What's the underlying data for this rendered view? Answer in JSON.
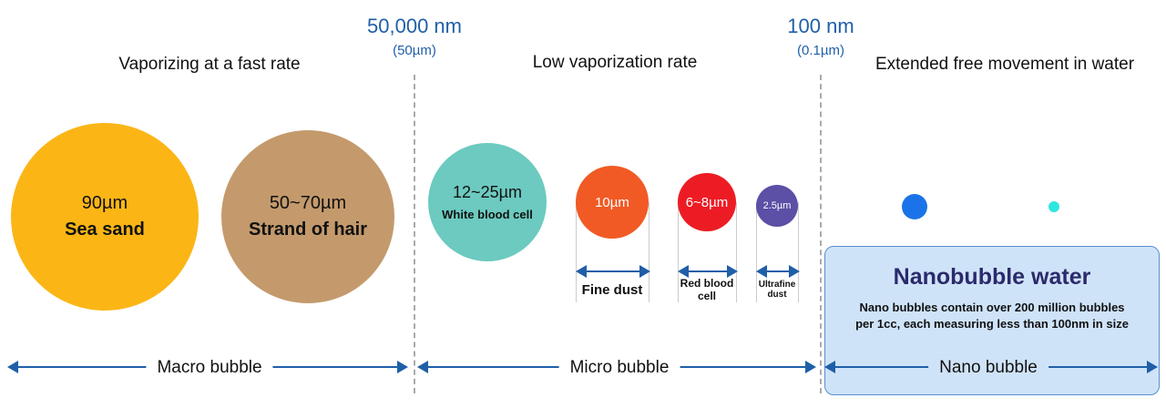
{
  "thresholds": [
    {
      "value": "50,000 nm",
      "sub": "(50µm)"
    },
    {
      "value": "100 nm",
      "sub": "(0.1µm)"
    }
  ],
  "headings": [
    "Vaporizing at a fast rate",
    "Low vaporization rate",
    "Extended free movement in water"
  ],
  "items": [
    {
      "size": "90µm",
      "name": "Sea sand",
      "color": "#fbb616"
    },
    {
      "size": "50~70µm",
      "name": "Strand of hair",
      "color": "#c49a6c"
    },
    {
      "size": "12~25µm",
      "name": "White blood cell",
      "color": "#6ccac0"
    },
    {
      "size": "10µm",
      "name": "Fine dust",
      "color": "#f15a24"
    },
    {
      "size": "6~8µm",
      "name": "Red blood cell",
      "color": "#ed1c24"
    },
    {
      "size": "2.5µm",
      "name": "Ultrafine dust",
      "color": "#5b4fa6"
    }
  ],
  "nano_dots": [
    "#1a73e8",
    "#2ee6e0"
  ],
  "nano_box": {
    "title": "Nanobubble water",
    "line1": "Nano bubbles contain over 200 million bubbles",
    "line2": "per 1cc, each measuring less than 100nm in size"
  },
  "ranges": [
    "Macro bubble",
    "Micro bubble",
    "Nano bubble"
  ]
}
